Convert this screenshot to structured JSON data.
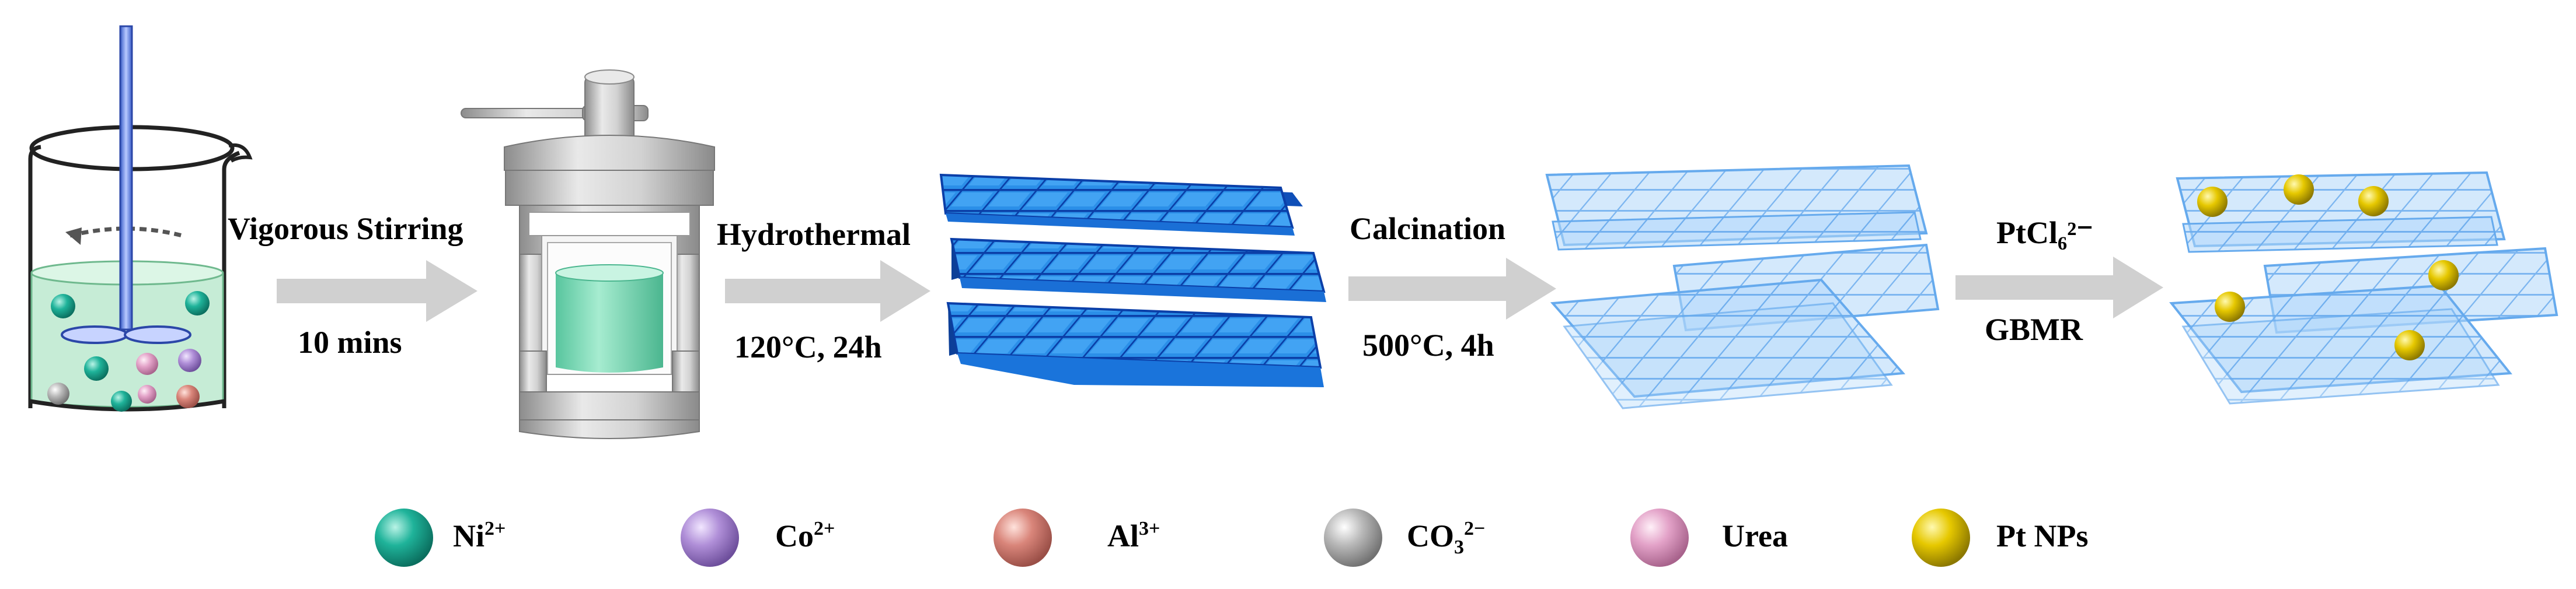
{
  "steps": [
    {
      "top": "Vigorous Stirring",
      "bottom": "10 mins"
    },
    {
      "top": "Hydrothermal",
      "bottom": "120°C, 24h"
    },
    {
      "top": "Calcination",
      "bottom": "500°C, 4h"
    },
    {
      "top": "PtCl₆²⁻",
      "bottom": "GBMR"
    }
  ],
  "legend": [
    {
      "name": "Ni",
      "sup": "2+",
      "sub": "",
      "color": "#1fb39a"
    },
    {
      "name": "Co",
      "sup": "2+",
      "sub": "",
      "color": "#b08fd8"
    },
    {
      "name": "Al",
      "sup": "3+",
      "sub": "",
      "color": "#d9857a"
    },
    {
      "name": "CO",
      "sup": "2−",
      "sub": "3",
      "color": "#b9b9b9"
    },
    {
      "name": "Urea",
      "sup": "",
      "sub": "",
      "color": "#e3a2c8"
    },
    {
      "name": "Pt NPs",
      "sup": "",
      "sub": "",
      "color": "#e6c800"
    }
  ],
  "colors": {
    "arrow": "#d0d0d0",
    "ldh_sheet": "#1e7fe0",
    "calcined_sheet": "#8fc3f5",
    "solution": "#bfe9d0",
    "autoclave": "#b3b3b3"
  }
}
